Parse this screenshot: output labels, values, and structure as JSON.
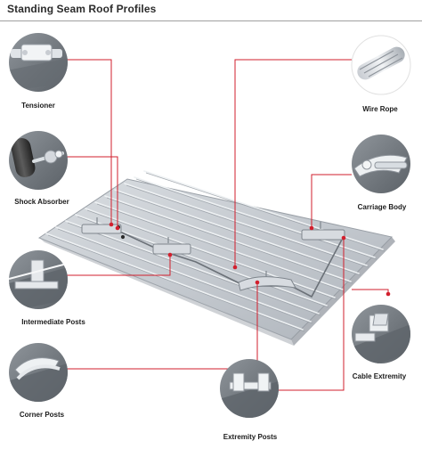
{
  "page": {
    "title": "Standing Seam Roof Profiles"
  },
  "labels": {
    "tensioner": "Tensioner",
    "shock_absorber": "Shock Absorber",
    "intermediate_posts": "Intermediate Posts",
    "corner_posts": "Corner Posts",
    "extremity_posts": "Extremity Posts",
    "wire_rope": "Wire Rope",
    "carriage_body": "Carriage Body",
    "cable_extremity": "Cable Extremity"
  },
  "colors": {
    "accent_red": "#d21f2d",
    "roof_light": "#cfd3d8",
    "roof_mid": "#b8bdc4",
    "roof_dark": "#8f959d",
    "metal": "#d8dce0",
    "callout_bg": "#7c8288"
  }
}
